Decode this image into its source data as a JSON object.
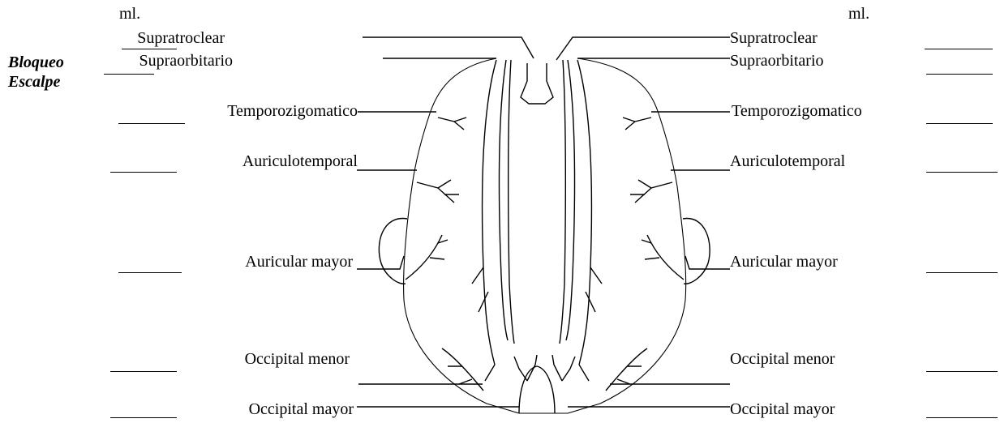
{
  "header": {
    "ml_left": "ml.",
    "ml_right": "ml."
  },
  "block": {
    "line1": "Bloqueo",
    "line2": "Escalpe"
  },
  "nerves": {
    "supratroclear": "Supratroclear",
    "supraorbitario": "Supraorbitario",
    "temporozigomatico": "Temporozigomatico",
    "auriculotemporal": "Auriculotemporal",
    "auricular_mayor": "Auricular mayor",
    "occipital_menor": "Occipital menor",
    "occipital_mayor": "Occipital mayor"
  }
}
